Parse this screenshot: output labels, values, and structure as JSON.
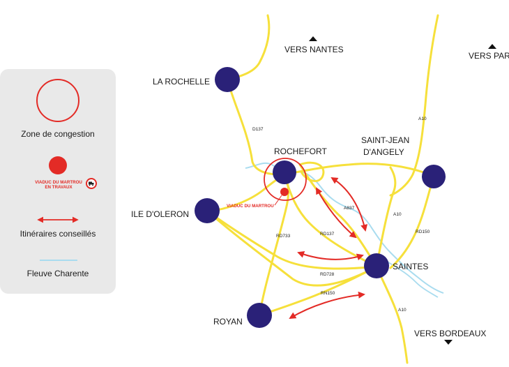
{
  "colors": {
    "road": "#f6e03b",
    "city": "#2a2178",
    "congestion": "#e32b26",
    "river": "#a9dcef",
    "legend_bg": "#e9e9e9"
  },
  "legend": {
    "congestion_label": "Zone de congestion",
    "viaduct_label_line1": "VIADUC DU MARTROU",
    "viaduct_label_line2": "EN TRAVAUX",
    "itineraries_label": "Itinéraires conseillés",
    "river_label": "Fleuve Charente",
    "icons": [
      "congestion-circle-icon",
      "viaduct-dot-icon",
      "no-truck-icon",
      "double-arrow-icon",
      "river-line-icon"
    ]
  },
  "cities": {
    "la_rochelle": "LA ROCHELLE",
    "rochefort": "ROCHEFORT",
    "saint_jean_line1": "SAINT-JEAN",
    "saint_jean_line2": "D'ANGELY",
    "ile_oleron": "ILE D'OLERON",
    "saintes": "SAINTES",
    "royan": "ROYAN"
  },
  "directions": {
    "nantes": "VERS NANTES",
    "paris": "VERS PARIS",
    "bordeaux": "VERS BORDEAUX"
  },
  "viaduct_map_label": "VIADUC DU MARTROU",
  "roads": {
    "d137": "D137",
    "a10_north": "A10",
    "a837": "A837",
    "a10_mid": "A10",
    "rd150": "RD150",
    "rd137": "RD137",
    "rd733": "RD733",
    "rd728": "RD728",
    "rn150": "RN150",
    "a10_south": "A10"
  }
}
